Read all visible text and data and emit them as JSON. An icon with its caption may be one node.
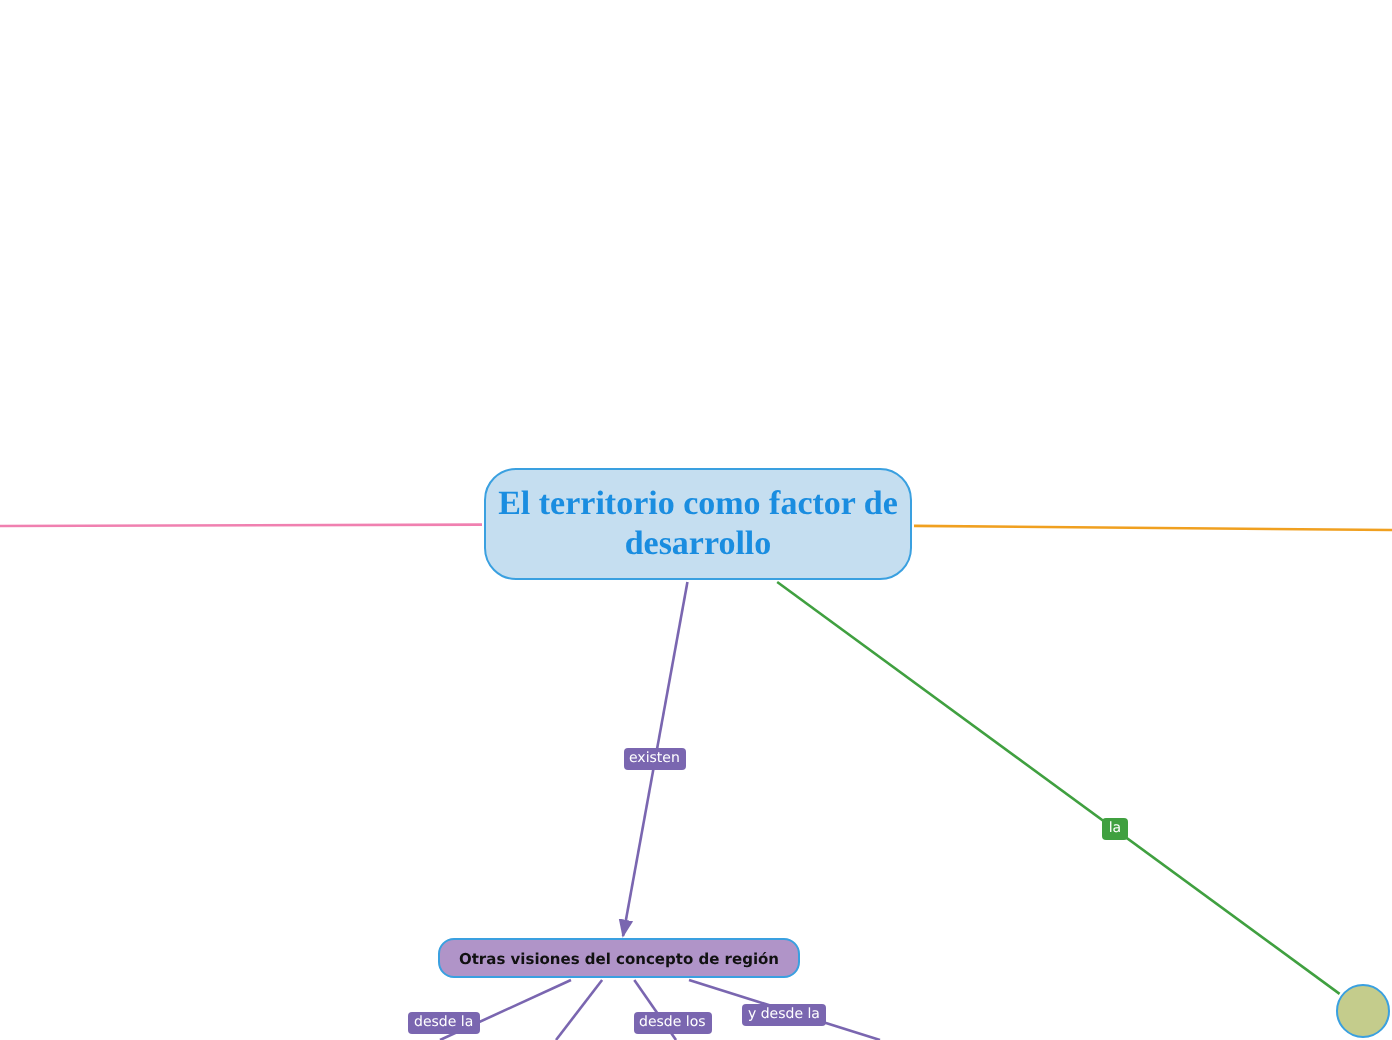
{
  "diagram": {
    "nodes": [
      {
        "text": [
          "El territorio como factor de desarrollo"
        ]
      },
      {
        "text": [
          "Otras visiones del concepto de región"
        ]
      },
      {
        "text": [],
        "shape": "circle"
      }
    ],
    "edges": [
      {
        "from": 0,
        "to": null,
        "arrow": "none",
        "color": "#f080b0"
      },
      {
        "from": 0,
        "to": null,
        "arrow": "none",
        "color": "#f0a020"
      },
      {
        "from": 0,
        "to": 2,
        "arrow": "none",
        "label": "la",
        "color": "#40a040"
      },
      {
        "from": 0,
        "to": 1,
        "arrow": "to",
        "label": "existen"
      },
      {
        "from": 1,
        "to": null,
        "arrow": "none",
        "label": "desde la"
      },
      {
        "from": 1,
        "to": null,
        "arrow": "none"
      },
      {
        "from": 1,
        "to": null,
        "arrow": "none",
        "label": "desde los"
      },
      {
        "from": 1,
        "to": null,
        "arrow": "none",
        "label": "y desde la"
      }
    ]
  }
}
